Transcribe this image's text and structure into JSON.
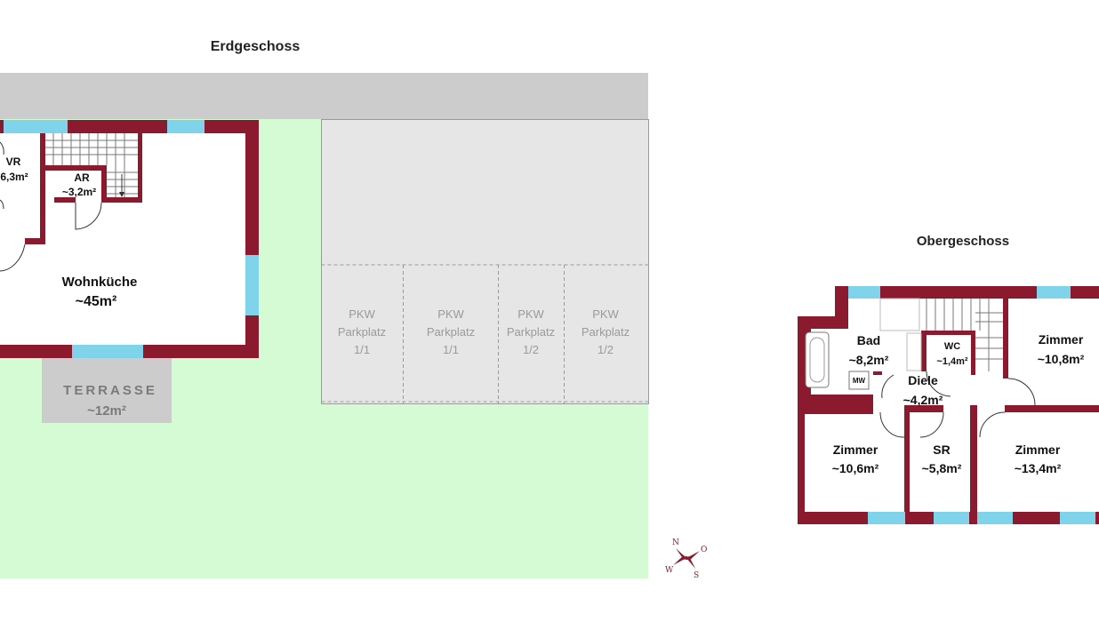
{
  "titles": {
    "ground": "Erdgeschoss",
    "upper": "Obergeschoss"
  },
  "ground_rooms": {
    "vr_name": "VR",
    "vr_area": "6,3m²",
    "ar_name": "AR",
    "ar_area": "~3,2m²",
    "kitchen_name": "Wohnküche",
    "kitchen_area": "~45m²",
    "terrace_name": "TERRASSE",
    "terrace_area": "~12m²"
  },
  "parking": [
    {
      "l1": "PKW",
      "l2": "Parkplatz",
      "l3": "1/1"
    },
    {
      "l1": "PKW",
      "l2": "Parkplatz",
      "l3": "1/1"
    },
    {
      "l1": "PKW",
      "l2": "Parkplatz",
      "l3": "1/2"
    },
    {
      "l1": "PKW",
      "l2": "Parkplatz",
      "l3": "1/2"
    }
  ],
  "upper_rooms": {
    "bad_name": "Bad",
    "bad_area": "~8,2m²",
    "wc_name": "WC",
    "wc_area": "~1,4m²",
    "diele_name": "Diele",
    "diele_area": "~4,2m²",
    "zimmer1_name": "Zimmer",
    "zimmer1_area": "~10,8m²",
    "zimmer2_name": "Zimmer",
    "zimmer2_area": "~10,6m²",
    "sr_name": "SR",
    "sr_area": "~5,8m²",
    "zimmer3_name": "Zimmer",
    "zimmer3_area": "~13,4m²",
    "mw_label": "MW"
  },
  "compass": {
    "n": "N",
    "o": "O",
    "s": "S",
    "w": "W"
  },
  "colors": {
    "wall": "#8b1a2f",
    "window": "#7fd3ea",
    "garden": "#d4fbd4",
    "paving": "#cccccc",
    "parking": "#e6e6e6"
  }
}
